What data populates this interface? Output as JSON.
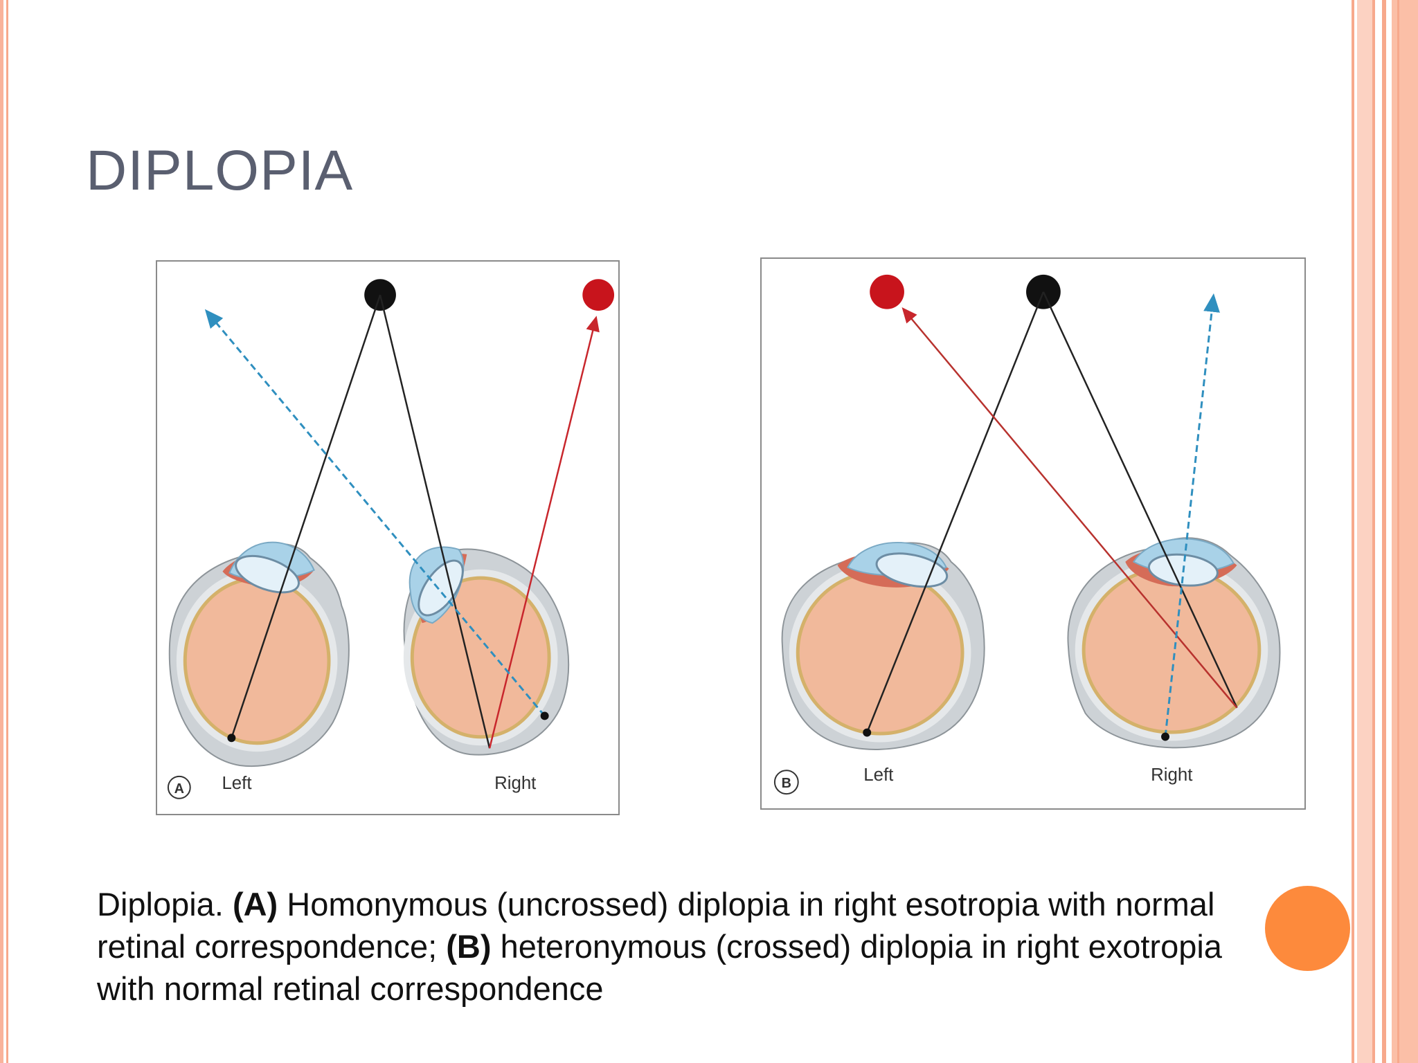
{
  "slide": {
    "title": "DIPLOPIA",
    "colors": {
      "accent": "#fd8a3c",
      "frame": "#f7a98c",
      "title": "#5a5f70"
    }
  },
  "figure_a": {
    "marker": "A",
    "left_label": "Left",
    "right_label": "Right"
  },
  "figure_b": {
    "marker": "B",
    "left_label": "Left",
    "right_label": "Right"
  },
  "caption": {
    "intro": "Diplopia.",
    "a_marker": "(A)",
    "a_text": "Homonymous (uncrossed) diplopia in right esotropia with normal retinal correspondence;",
    "b_marker": "(B)",
    "b_text": "heteronymous (crossed) diplopia in right exotropia with normal retinal correspondence"
  }
}
